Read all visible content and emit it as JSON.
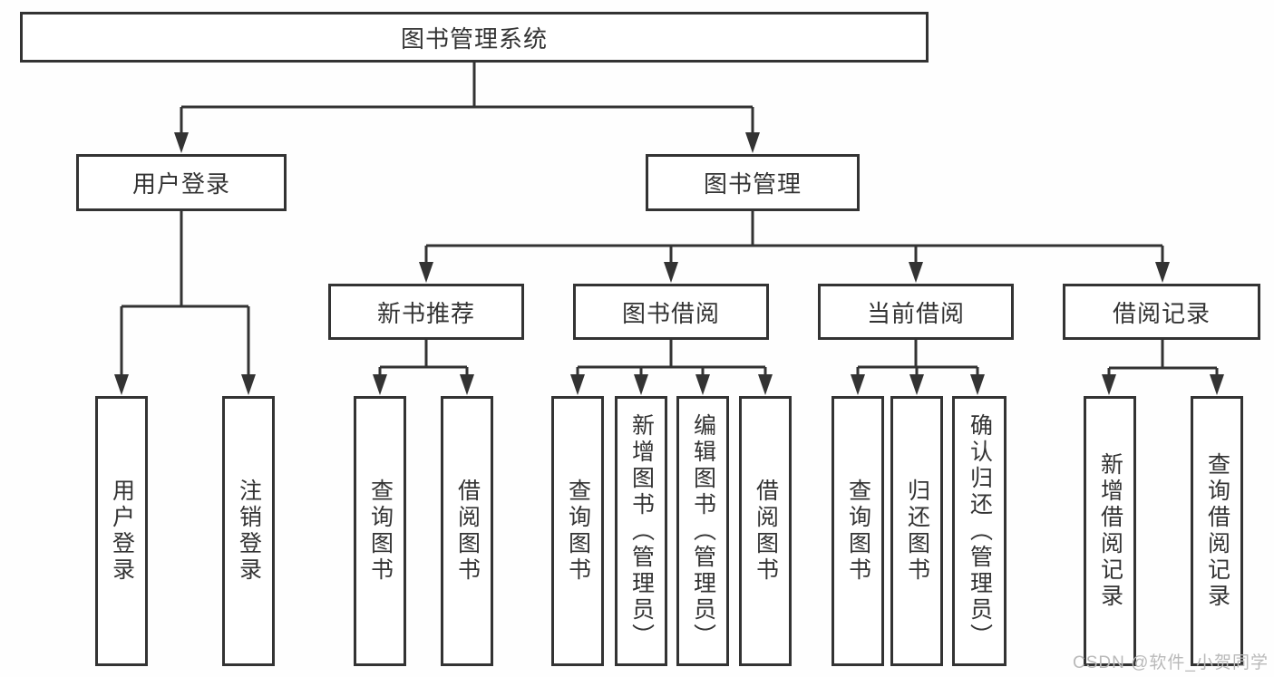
{
  "tree": {
    "label": "图书管理系统",
    "children": [
      {
        "label": "用户登录",
        "children": [
          {
            "label": "用户登录"
          },
          {
            "label": "注销登录"
          }
        ]
      },
      {
        "label": "图书管理",
        "children": [
          {
            "label": "新书推荐",
            "children": [
              {
                "label": "查询图书"
              },
              {
                "label": "借阅图书"
              }
            ]
          },
          {
            "label": "图书借阅",
            "children": [
              {
                "label": "查询图书"
              },
              {
                "label": "新增图书（管理员）"
              },
              {
                "label": "编辑图书（管理员）"
              },
              {
                "label": "借阅图书"
              }
            ]
          },
          {
            "label": "当前借阅",
            "children": [
              {
                "label": "查询图书"
              },
              {
                "label": "归还图书"
              },
              {
                "label": "确认归还（管理员）"
              }
            ]
          },
          {
            "label": "借阅记录",
            "children": [
              {
                "label": "新增借阅记录"
              },
              {
                "label": "查询借阅记录"
              }
            ]
          }
        ]
      }
    ]
  },
  "colors": {
    "line": "#333333",
    "box_border": "#333333",
    "text": "#333333",
    "watermark": "#b9b9b9",
    "background": "#ffffff"
  },
  "watermark": "CSDN @软件_小贺同学"
}
